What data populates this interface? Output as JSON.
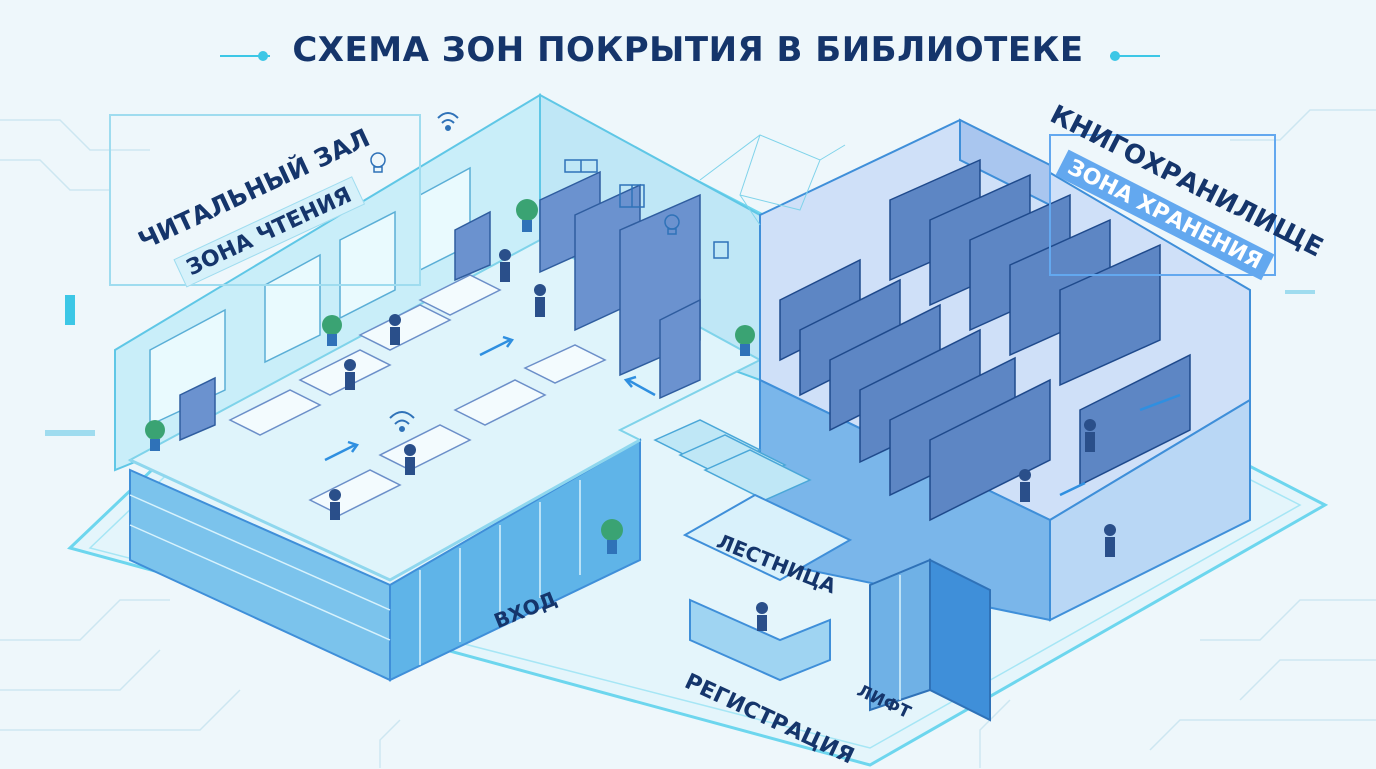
{
  "title": "СХЕМА ЗОН ПОКРЫТИЯ В БИБЛИОТЕКЕ",
  "zones": {
    "reading_hall": "ЧИТАЛЬНЫЙ ЗАЛ",
    "reading_zone": "ЗОНА ЧТЕНИЯ",
    "book_depository": "КНИГОХРАНИЛИЩЕ",
    "storage_zone": "ЗОНА ХРАНЕНИЯ",
    "stairs": "ЛЕСТНИЦА",
    "entrance": "ВХОД",
    "registration": "РЕГИСТРАЦИЯ",
    "elevator": "ЛИФТ"
  },
  "colors": {
    "background": "#eef7fb",
    "title": "#15356b",
    "accent_cyan": "#3cc7e6",
    "accent_blue": "#63a8ef",
    "floor_reading": "#dff4fb",
    "floor_storage": "#cfe0f8",
    "shelf": "#5d86c4",
    "wall": "#3f8fd9"
  },
  "icons": [
    "wifi-icon",
    "lightbulb-icon",
    "book-icon",
    "potted-plant-icon",
    "arrow-icon",
    "person-icon"
  ]
}
